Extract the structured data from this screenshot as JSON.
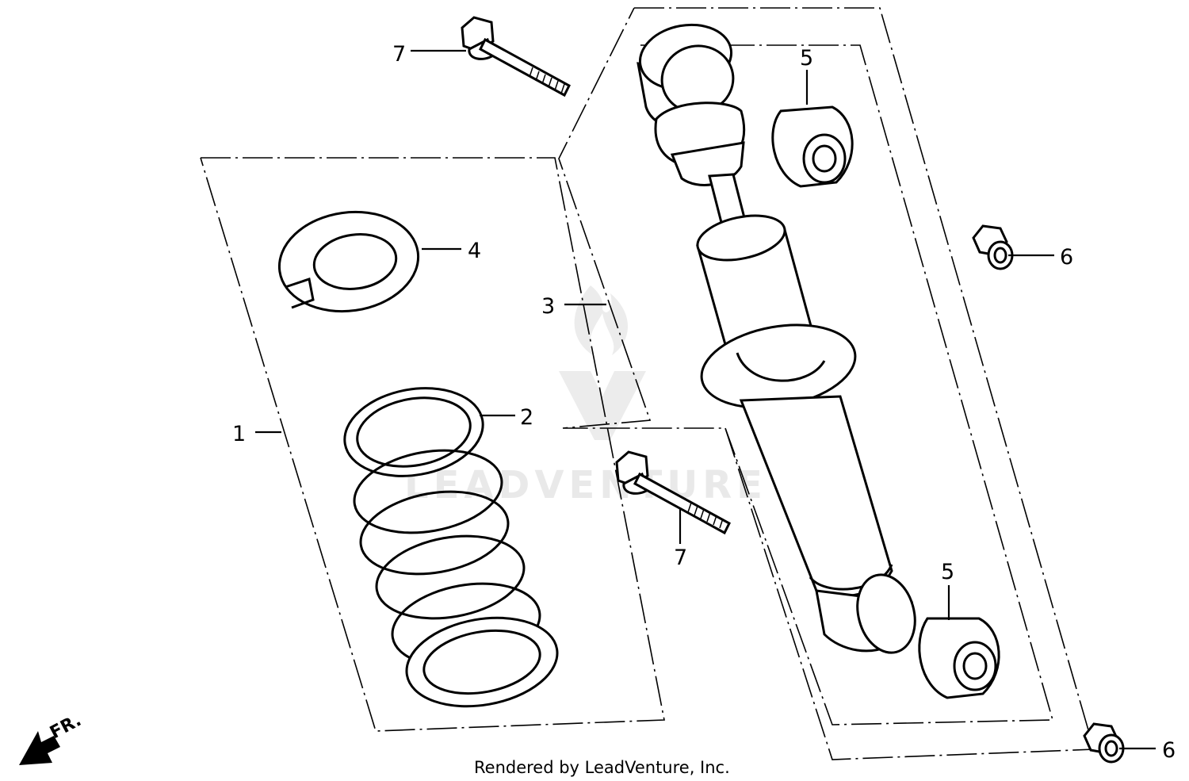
{
  "callouts": {
    "c1": "1",
    "c2": "2",
    "c3": "3",
    "c4": "4",
    "c5_top": "5",
    "c5_bottom": "5",
    "c6_top": "6",
    "c6_bottom": "6",
    "c7_top": "7",
    "c7_bottom": "7"
  },
  "direction": {
    "label": "FR."
  },
  "watermark": {
    "text": "LEADVENTURE"
  },
  "footer": {
    "credit": "Rendered by LeadVenture, Inc."
  },
  "icons": {
    "direction_arrow": "left-down-arrow-icon",
    "watermark_logo": "leadventure-flame-logo"
  }
}
